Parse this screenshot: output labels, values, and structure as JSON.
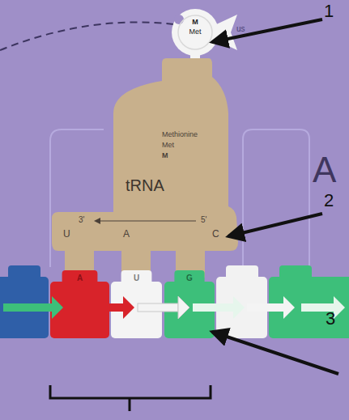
{
  "diagram": {
    "nodes": [
      {
        "text": [
          "M",
          "Met"
        ]
      },
      {
        "text": [
          "Methionine",
          "Met",
          "M",
          "tRNA"
        ]
      },
      {
        "text": [
          "A"
        ]
      },
      {
        "text": [
          "U"
        ]
      },
      {
        "text": [
          "G"
        ]
      }
    ],
    "labels": [
      "us",
      "A",
      "3'",
      "5'",
      "U",
      "A",
      "C",
      "1",
      "2",
      "3"
    ]
  }
}
